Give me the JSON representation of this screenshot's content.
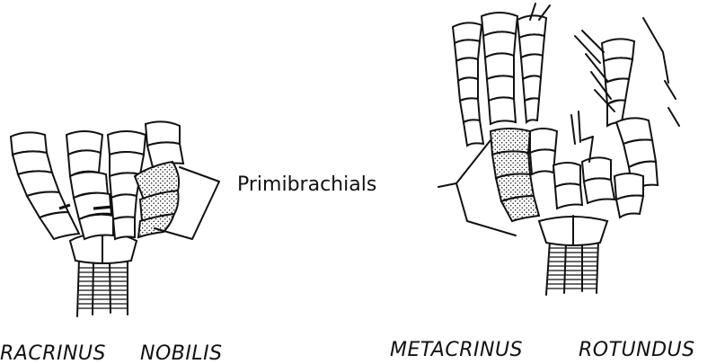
{
  "callout": {
    "label": "Primibrachials"
  },
  "specimens": [
    {
      "genus": "RACRINUS",
      "species": "NOBILIS"
    },
    {
      "genus": "METACRINUS",
      "species": "ROTUNDUS"
    }
  ],
  "palette": {
    "ink": "#111111",
    "paper": "#ffffff"
  }
}
